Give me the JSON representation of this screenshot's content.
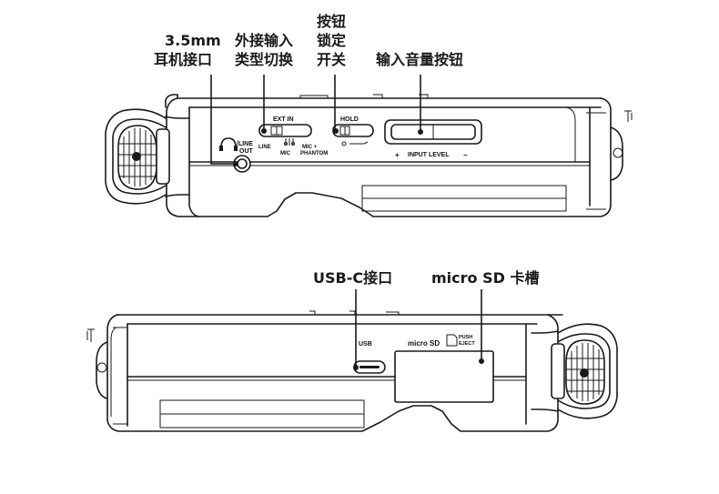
{
  "callouts": {
    "headphone": {
      "line1": "3.5mm",
      "line2": "耳机接口"
    },
    "ext_in": {
      "line1": "外接输入",
      "line2": "类型切换"
    },
    "hold": {
      "line1": "按钮",
      "line2": "锁定",
      "line3": "开关"
    },
    "input_level": {
      "line1": "输入音量按钮"
    },
    "usb": {
      "line1": "USB-C接口"
    },
    "sd": {
      "line1": "micro SD 卡槽"
    }
  },
  "device_labels": {
    "line_out": {
      "line1": "/LINE",
      "line2": "OUT"
    },
    "ext_in": "EXT IN",
    "line": "LINE",
    "mic": "MIC",
    "mic_plus": "MIC +",
    "phantom": "PHANTOM",
    "hold": "HOLD",
    "input_level": "INPUT LEVEL",
    "plus": "+",
    "minus": "−",
    "usb": "USB",
    "micro_sd": "micro SD",
    "push": "PUSH",
    "eject": "EJECT"
  },
  "colors": {
    "ink": "#1a1a1a",
    "background": "#ffffff"
  }
}
